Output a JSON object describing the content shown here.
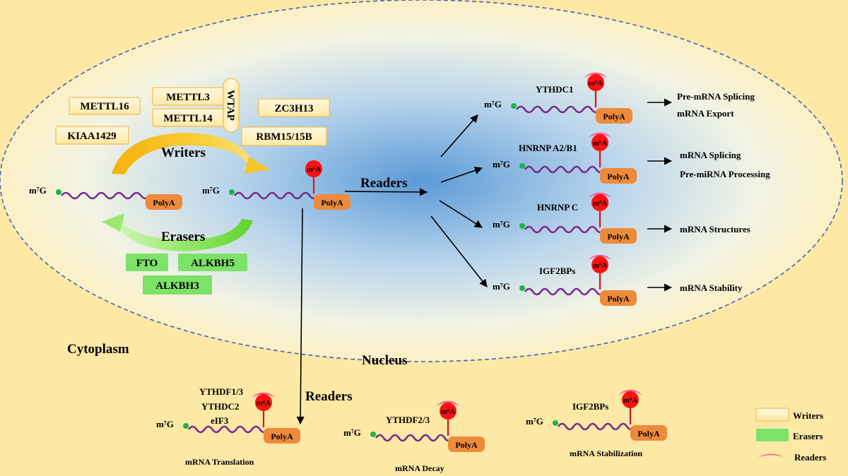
{
  "regions": {
    "cytoplasm": "Cytoplasm",
    "nucleus": "Nucleus"
  },
  "writers": {
    "label": "Writers",
    "proteins": [
      "METTL16",
      "METTL3",
      "METTL14",
      "WTAP",
      "ZC3H13",
      "KIAA1429",
      "RBM15/15B"
    ]
  },
  "erasers": {
    "label": "Erasers",
    "proteins": [
      "FTO",
      "ALKBH5",
      "ALKBH3"
    ]
  },
  "readers_label": "Readers",
  "cap_label": "m⁷G",
  "tail_label": "PolyA",
  "mark_label": "m⁶A",
  "nuclear_readers": [
    {
      "reader": "YTHDC1",
      "functions": [
        "Pre-mRNA Splicing",
        "mRNA Export"
      ]
    },
    {
      "reader": "HNRNP A2/B1",
      "functions": [
        "mRNA Splicing",
        "Pre-miRNA Processing"
      ]
    },
    {
      "reader": "HNRNP C",
      "functions": [
        "mRNA Structures"
      ]
    },
    {
      "reader": "IGF2BPs",
      "functions": [
        "mRNA Stability"
      ]
    }
  ],
  "cytoplasmic_readers": [
    {
      "reader_lines": [
        "YTHDF1/3",
        "YTHDC2",
        "eIF3"
      ],
      "function": "mRNA Translation"
    },
    {
      "reader_lines": [
        "YTHDF2/3"
      ],
      "function": "mRNA Decay"
    },
    {
      "reader_lines": [
        "IGF2BPs"
      ],
      "function": "mRNA Stabilization"
    }
  ],
  "legend": [
    {
      "label": "Writers",
      "kind": "writers"
    },
    {
      "label": "Erasers",
      "kind": "erasers"
    },
    {
      "label": "Readers",
      "kind": "readers"
    }
  ],
  "colors": {
    "background": "#fde8a6",
    "nucleus_center": "#5b9ad6",
    "nucleus_edge": "#fdf0c4",
    "rna_strand": "#7a2a8c",
    "cap": "#1db34a",
    "polya": "#ee8a3b",
    "m6a": "#ff1010",
    "reader": "#f45a92",
    "writer_box": "#fff3c6",
    "writer_border": "#f2bd4d",
    "eraser_box": "#7de268",
    "writers_arrow": "#f5b10a",
    "erasers_arrow": "#78e040"
  }
}
